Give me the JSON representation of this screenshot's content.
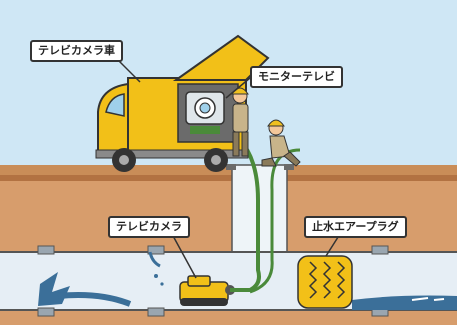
{
  "labels": {
    "tv_camera_car": "テレビカメラ車",
    "monitor_tv": "モニターテレビ",
    "tv_camera": "テレビカメラ",
    "water_stop_plug": "止水エアープラグ"
  },
  "colors": {
    "sky": "#cfe7f5",
    "soil": "#d79d6c",
    "soil_dark": "#b27242",
    "truck": "#f2c018",
    "pipe": "#e6eef5",
    "water": "#3b6f99",
    "cable": "#4a8a3a",
    "worker_skin": "#f4c79a",
    "helmet": "#f0c020"
  }
}
